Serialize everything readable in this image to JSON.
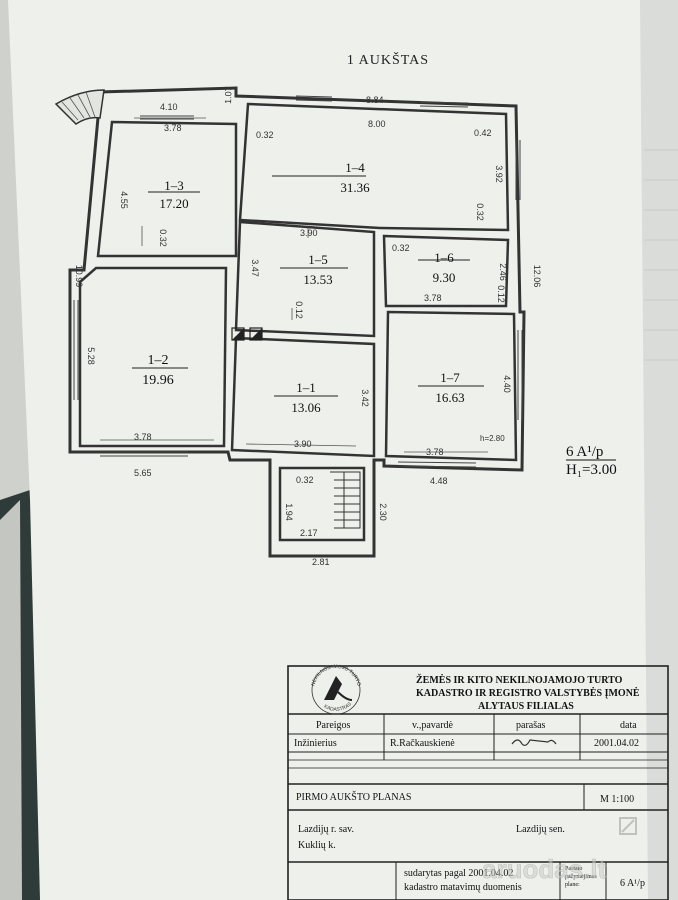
{
  "floor_title": "1 AUKŠTAS",
  "rooms": [
    {
      "id": "1–3",
      "area": "17.20"
    },
    {
      "id": "1–4",
      "area": "31.36"
    },
    {
      "id": "1–5",
      "area": "13.53"
    },
    {
      "id": "1–6",
      "area": "9.30"
    },
    {
      "id": "1–2",
      "area": "19.96"
    },
    {
      "id": "1–1",
      "area": "13.06"
    },
    {
      "id": "1–7",
      "area": "16.63"
    }
  ],
  "dims": {
    "d410": "4.10",
    "d107": "1.07",
    "d884": "8.84",
    "d378a": "3.78",
    "d032a": "0.32",
    "d800": "8.00",
    "d042": "0.42",
    "d455": "4.55",
    "d392": "3.92",
    "d032b": "0.32",
    "d032c": "0.32",
    "d390a": "3.90",
    "d032d": "0.32",
    "d1099": "10.99",
    "d347": "3.47",
    "d246": "2.46",
    "d1206": "12.06",
    "d012a": "0.12",
    "d378b": "3.78",
    "d012b": "0.12",
    "d528": "5.28",
    "d342": "3.42",
    "d440": "4.40",
    "h280": "h=2.80",
    "d378c": "3.78",
    "d390b": "3.90",
    "d378d": "3.78",
    "d565": "5.65",
    "d448": "4.48",
    "d032e": "0.32",
    "d194": "1.94",
    "d230": "2.30",
    "d217": "2.17",
    "d281": "2.81"
  },
  "category": {
    "line1": "6 A¹/p",
    "line2": "H₁=3.00"
  },
  "titleblock": {
    "org_line1": "ŽEMĖS IR KITO NEKILNOJAMOJO TURTO",
    "org_line2": "KADASTRO IR REGISTRO VALSTYBĖS ĮMONĖ",
    "org_line3": "ALYTAUS FILIALAS",
    "logo_text_top": "NEKILNOJAMOJO TURTO",
    "logo_text_bottom": "KADASTRAS",
    "hdr_pareigos": "Pareigos",
    "hdr_name": "v.,pavardė",
    "hdr_sign": "parašas",
    "hdr_date": "data",
    "pos": "Inžinierius",
    "name": "R.Račkauskienė",
    "date": "2001.04.02",
    "plan_title": "PIRMO AUKŠTO PLANAS",
    "scale": "M 1:100",
    "district": "Lazdijų r. sav.",
    "eldership": "Lazdijų sen.",
    "village": "Kuklių k.",
    "compiled_line1": "sudarytas pagal 2001.04.02",
    "compiled_line2": "kadastro matavimų duomenis",
    "mark_label_1": "Pastato",
    "mark_label_2": "pažymėjimas",
    "mark_label_3": "plane:",
    "mark_value": "6 A¹/p"
  },
  "watermark": "aruodas.lt"
}
